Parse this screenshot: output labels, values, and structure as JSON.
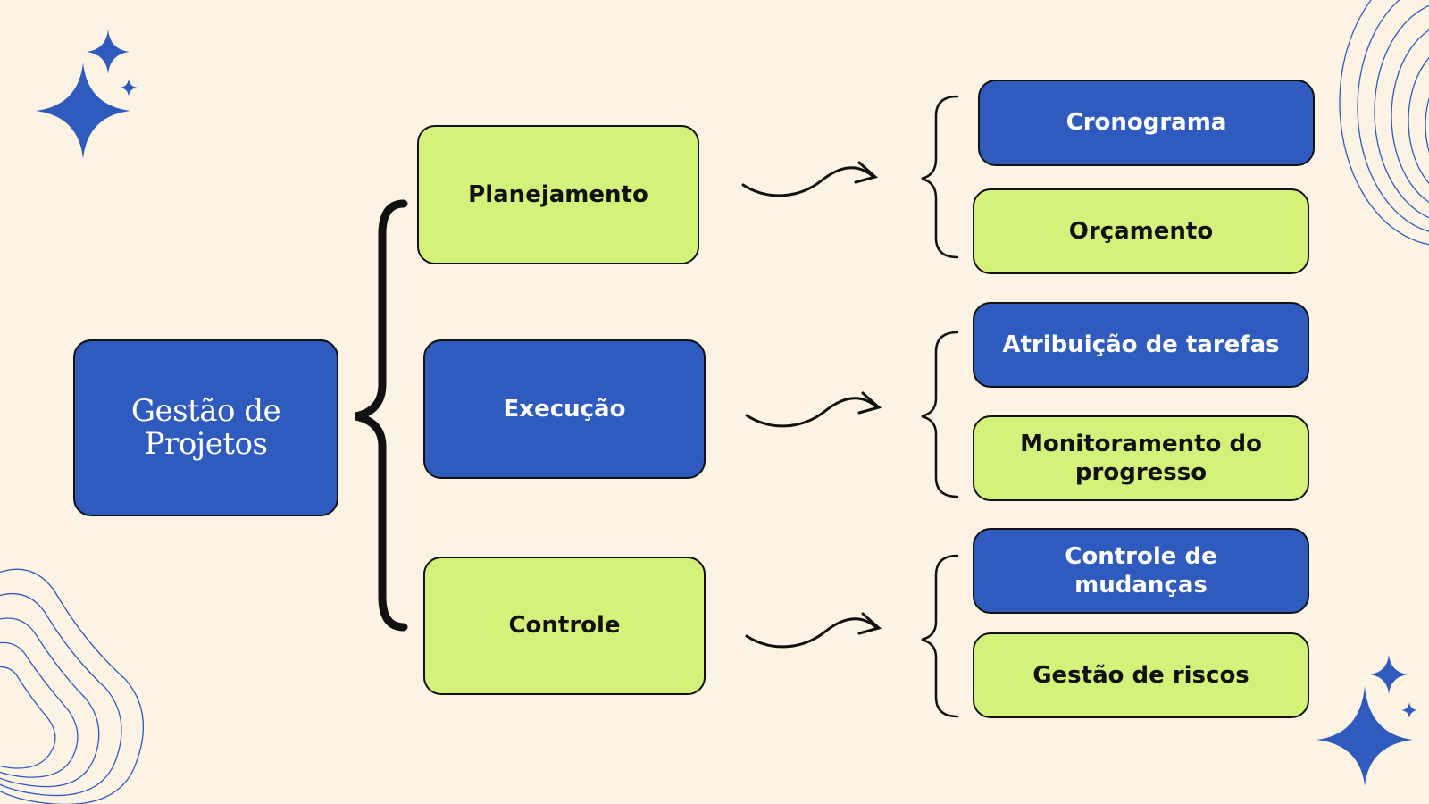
{
  "root": {
    "label": "Gestão de\nProjetos"
  },
  "phases": [
    {
      "label": "Planejamento",
      "subtopics": [
        "Cronograma",
        "Orçamento"
      ]
    },
    {
      "label": "Execução",
      "subtopics": [
        "Atribuição de tarefas",
        "Monitoramento do\nprogresso"
      ]
    },
    {
      "label": "Controle",
      "subtopics": [
        "Controle de\nmudanças",
        "Gestão de riscos"
      ]
    }
  ],
  "colors": {
    "background": "#fdf3e5",
    "blue": "#2f5bbf",
    "green": "#d4f27a",
    "outline": "#111111"
  },
  "icons": [
    "sparkle-icon",
    "contour-lines-icon",
    "curly-brace-icon",
    "wavy-arrow-icon"
  ]
}
